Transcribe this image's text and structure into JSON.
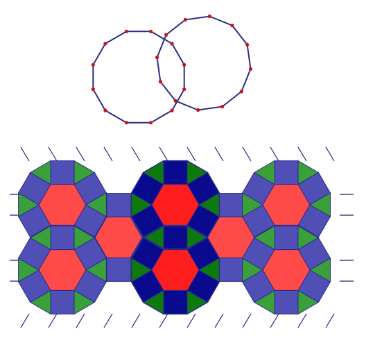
{
  "figure": {
    "description_free": true,
    "polygons": {
      "type": "dodecagon",
      "sides": 12,
      "count": 2
    },
    "tiling": {
      "tiles": [
        "dodecagon",
        "hexagon",
        "square",
        "triangle"
      ],
      "colors": {
        "hexagon": "#ff4a4a",
        "hexagon_dark": "#ff1e1e",
        "square_light": "#4f4fb5",
        "square_dark": "#0a0a8e",
        "triangle_light": "#3aa03a",
        "triangle_dark": "#0d7a0d",
        "edge": "#2b2b8a",
        "vertex": "#cc1111",
        "line": "#1f1f7a"
      }
    }
  }
}
